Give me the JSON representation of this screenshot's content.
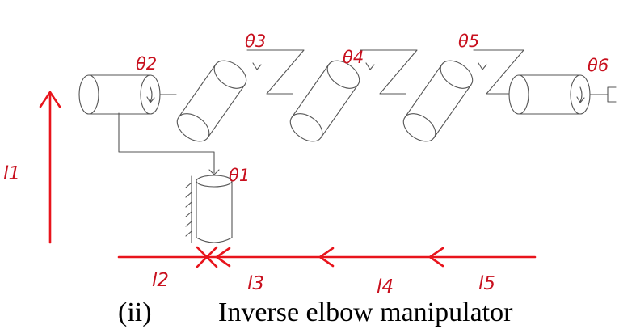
{
  "diagram": {
    "caption_index": "(ii)",
    "caption_title": "Inverse elbow manipulator",
    "joints": [
      "θ1",
      "θ2",
      "θ3",
      "θ4",
      "θ5",
      "θ6"
    ],
    "links": [
      "l1",
      "l2",
      "l3",
      "l4",
      "l5"
    ],
    "colors": {
      "annotation": "#e8141c",
      "drawing": "#555555",
      "caption": "#000000"
    }
  }
}
